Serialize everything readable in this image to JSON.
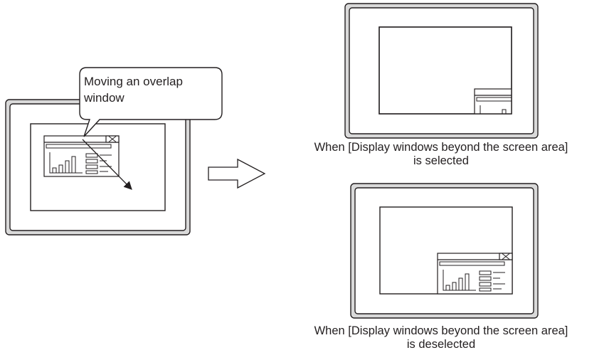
{
  "callout": {
    "line1": "Moving an overlap",
    "line2": "window"
  },
  "captions": {
    "selected_line1": "When [Display windows beyond the screen area]",
    "selected_line2": "is selected",
    "deselected_line1": "When [Display windows beyond the screen area]",
    "deselected_line2": "is deselected"
  },
  "colors": {
    "stroke": "#231f20",
    "frame_fill": "#d9d9d9",
    "background": "#ffffff"
  },
  "icons": [
    "close-x-icon",
    "bar-chart-icon",
    "list-lines-icon",
    "move-arrow-icon",
    "transition-arrow-icon"
  ]
}
